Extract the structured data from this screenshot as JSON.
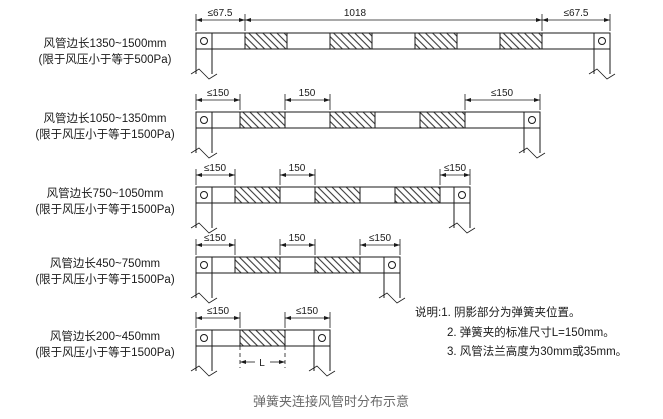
{
  "diagram_title": "弹簧夹连接风管时分布示意",
  "rows": [
    {
      "label_line1": "风管边长1350~1500mm",
      "label_line2": "(限于风压小于等于500Pa)",
      "dim_left": "≤67.5",
      "dim_middle": "1018",
      "dim_right": "≤67.5",
      "clip_count": 4
    },
    {
      "label_line1": "风管边长1050~1350mm",
      "label_line2": "(限于风压小于等于1500Pa)",
      "dim_left": "≤150",
      "dim_middle": "150",
      "dim_right": "≤150",
      "clip_count": 3
    },
    {
      "label_line1": "风管边长750~1050mm",
      "label_line2": "(限于风压小于等于1500Pa)",
      "dim_left": "≤150",
      "dim_middle": "150",
      "dim_right": "≤150",
      "clip_count": 3
    },
    {
      "label_line1": "风管边长450~750mm",
      "label_line2": "(限于风压小于等于1500Pa)",
      "dim_left": "≤150",
      "dim_middle": "150",
      "dim_right": "≤150",
      "clip_count": 2
    },
    {
      "label_line1": "风管边长200~450mm",
      "label_line2": "(限于风压小于等于1500Pa)",
      "dim_left": "≤150",
      "dim_right": "≤150",
      "dim_clip": "L",
      "clip_count": 1
    }
  ],
  "notes": {
    "line1": "说明:1. 阴影部分为弹簧夹位置。",
    "line2": "2. 弹簧夹的标准尺寸L=150mm。",
    "line3": "3. 风管法兰高度为30mm或35mm。"
  },
  "colors": {
    "line": "#1a1a1a",
    "caption": "#6b6b6b"
  }
}
